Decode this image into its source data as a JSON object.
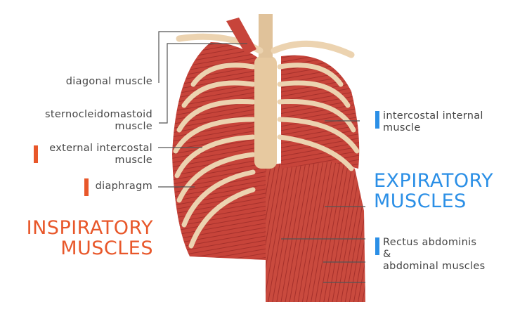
{
  "colors": {
    "inspiratory": "#e8572a",
    "expiratory": "#2b8fe6",
    "label": "#454545",
    "leader": "#555555",
    "muscle": "#c9453a",
    "bone": "#ecd3b0"
  },
  "inspiratory": {
    "title_line1": "INSPIRATORY",
    "title_line2": "MUSCLES",
    "labels": [
      {
        "line1": "diagonal muscle"
      },
      {
        "line1": "sternocleidomastoid",
        "line2": "muscle"
      },
      {
        "line1": "external intercostal",
        "line2": "muscle"
      },
      {
        "line1": "diaphragm"
      }
    ]
  },
  "expiratory": {
    "title_line1": "EXPIRATORY",
    "title_line2": "MUSCLES",
    "labels": [
      {
        "line1": "intercostal internal",
        "line2": "muscle"
      },
      {
        "line1": "Rectus abdominis",
        "line2": "&",
        "line3": "abdominal muscles"
      }
    ]
  }
}
